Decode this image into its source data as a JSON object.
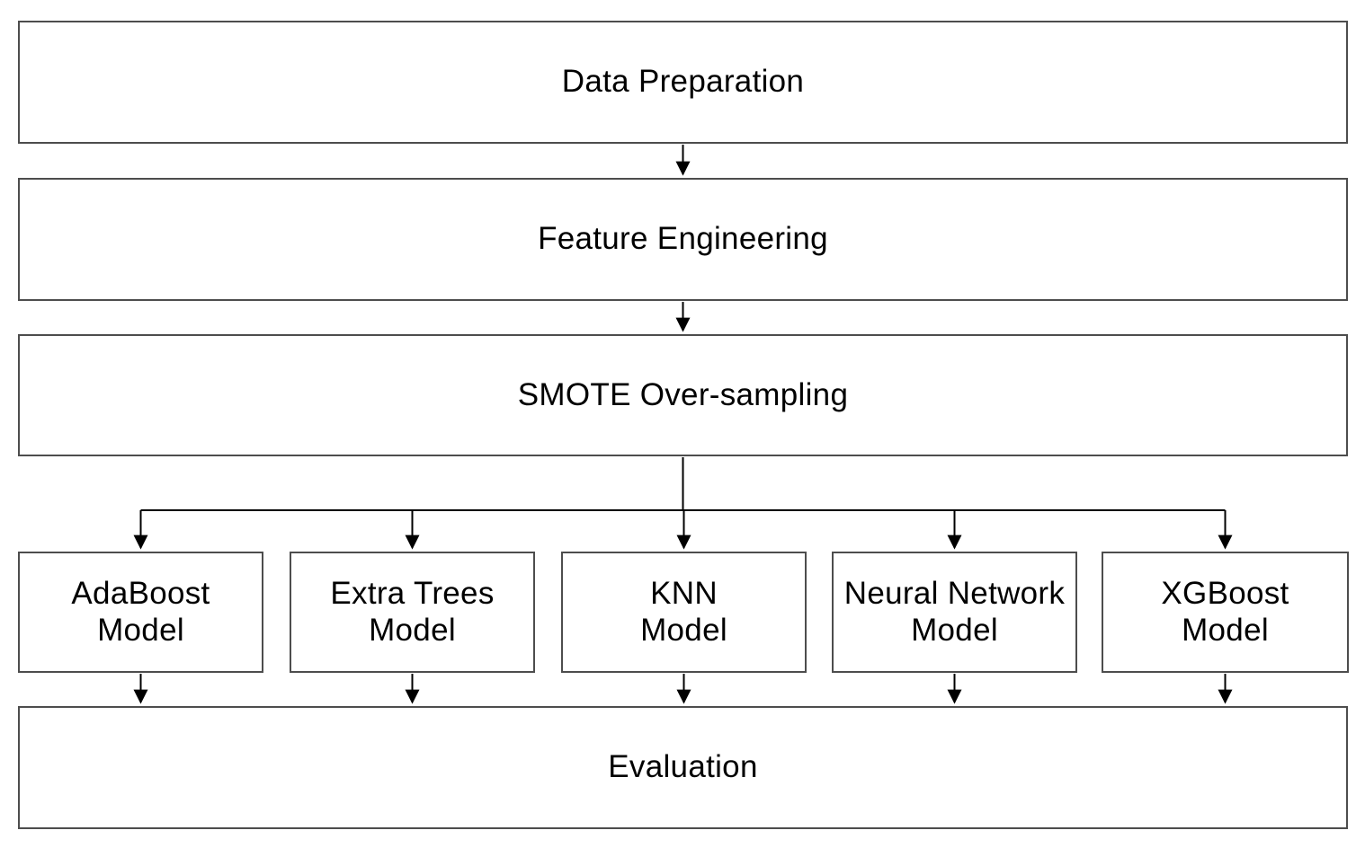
{
  "diagram": {
    "type": "flowchart",
    "background_color": "#ffffff",
    "box_border_color": "#4d4d4d",
    "arrow_color": "#000000",
    "text_color": "#000000",
    "nodes": {
      "data_preparation": {
        "label": "Data Preparation"
      },
      "feature_engineering": {
        "label": "Feature Engineering"
      },
      "smote_oversampling": {
        "label": "SMOTE Over-sampling"
      },
      "adaboost": {
        "label": "AdaBoost\nModel"
      },
      "extra_trees": {
        "label": "Extra Trees\nModel"
      },
      "knn": {
        "label": "KNN\nModel"
      },
      "neural_network": {
        "label": "Neural Network\nModel"
      },
      "xgboost": {
        "label": "XGBoost\nModel"
      },
      "evaluation": {
        "label": "Evaluation"
      }
    },
    "edges": [
      {
        "from": "data_preparation",
        "to": "feature_engineering"
      },
      {
        "from": "feature_engineering",
        "to": "smote_oversampling"
      },
      {
        "from": "smote_oversampling",
        "to": "adaboost"
      },
      {
        "from": "smote_oversampling",
        "to": "extra_trees"
      },
      {
        "from": "smote_oversampling",
        "to": "knn"
      },
      {
        "from": "smote_oversampling",
        "to": "neural_network"
      },
      {
        "from": "smote_oversampling",
        "to": "xgboost"
      },
      {
        "from": "adaboost",
        "to": "evaluation"
      },
      {
        "from": "extra_trees",
        "to": "evaluation"
      },
      {
        "from": "knn",
        "to": "evaluation"
      },
      {
        "from": "neural_network",
        "to": "evaluation"
      },
      {
        "from": "xgboost",
        "to": "evaluation"
      }
    ]
  }
}
